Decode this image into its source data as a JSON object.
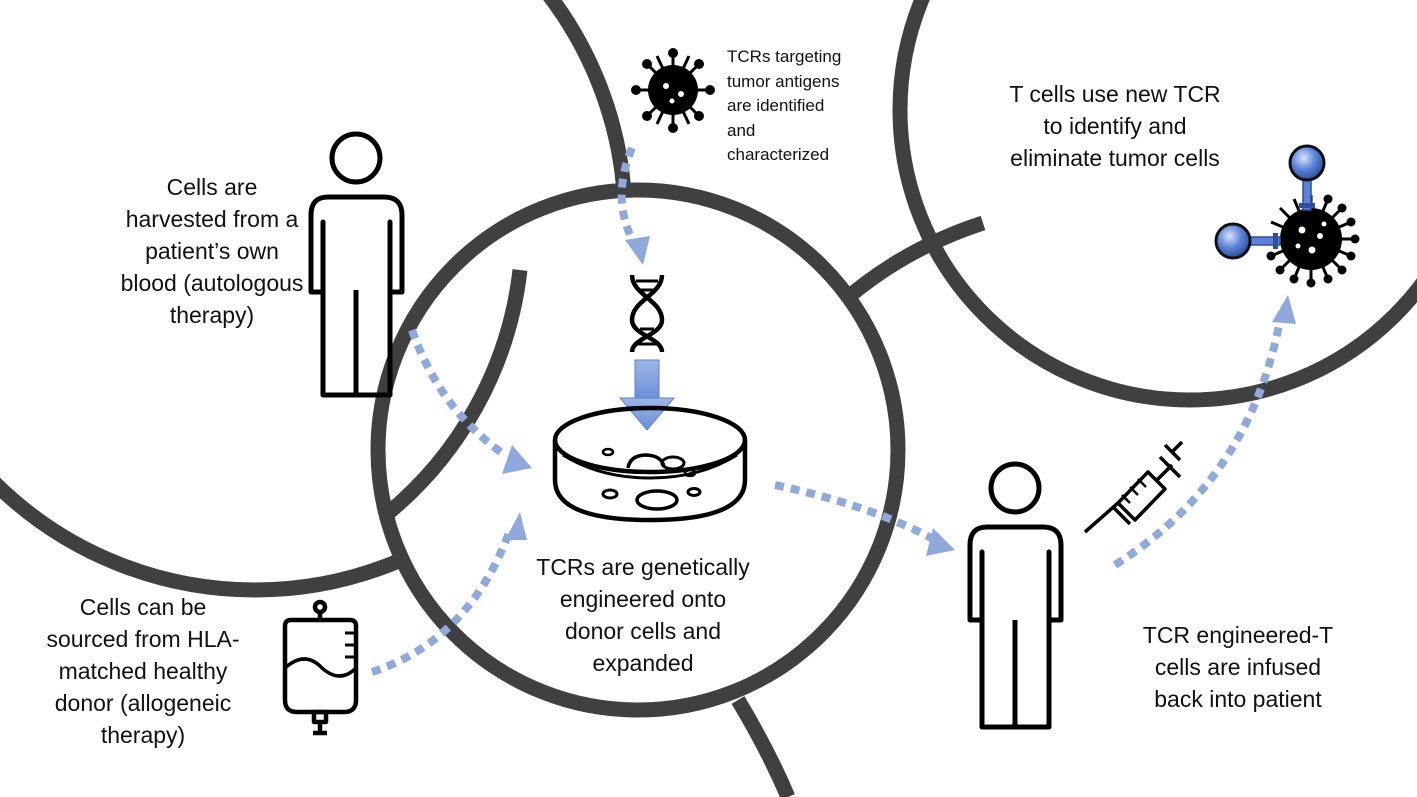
{
  "colors": {
    "circle_stroke": "#404040",
    "arrow": "#8fa9dc",
    "accent_blue": "#5b82d8",
    "ink": "#000000",
    "background": "#ffffff"
  },
  "icons": {
    "patient": "person-outline-icon",
    "virus": "virus-icon",
    "dna": "dna-icon",
    "dish": "petri-dish-icon",
    "iv_bag": "iv-bag-icon",
    "syringe": "syringe-icon",
    "t_cell": "t-cell-icon",
    "tumor_cell": "tumor-cell-icon"
  },
  "labels": {
    "harvest": {
      "lines": [
        "Cells are",
        "harvested from a",
        "patient’s own",
        "blood (autologous",
        "therapy)"
      ]
    },
    "identify": {
      "lines": [
        "TCRs targeting",
        "tumor antigens",
        "are identified",
        "and",
        "characterized"
      ]
    },
    "eliminate": {
      "lines": [
        "T cells use new TCR",
        "to identify and",
        "eliminate tumor cells"
      ]
    },
    "engineer": {
      "lines": [
        "TCRs are genetically",
        "engineered onto",
        "donor cells and",
        "expanded"
      ]
    },
    "donor": {
      "lines": [
        "Cells can be",
        "sourced from HLA-",
        "matched healthy",
        "donor (allogeneic",
        "therapy)"
      ]
    },
    "infuse": {
      "lines": [
        "TCR engineered-T",
        "cells are infused",
        "back into patient"
      ]
    }
  }
}
